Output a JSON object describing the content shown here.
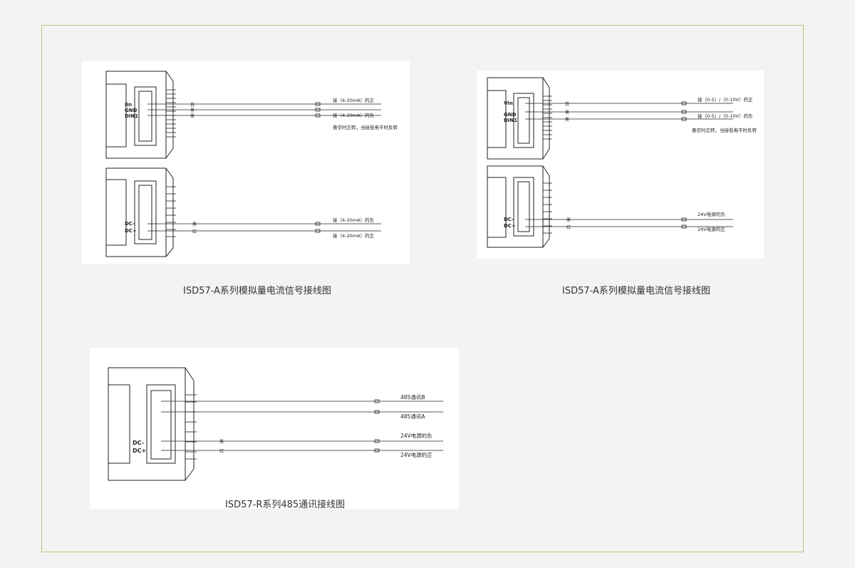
{
  "colors": {
    "background": "#f3f3f3",
    "frame_border": "#b4c77a",
    "panel": "#ffffff",
    "ink": "#222222"
  },
  "diagrams": [
    {
      "caption": "ISD57-A系列模拟量电流信号接线图",
      "top_pins": [
        "Iin",
        "GND",
        "DIN1"
      ],
      "top_wires": [
        {
          "label": "接（4-20mA）的正",
          "tag": "白"
        },
        {
          "label": "",
          "tag": "黑"
        },
        {
          "label": "接（4-20mA）的负",
          "tag": "黑"
        }
      ],
      "top_note": "悬空时正转，当接低电平时反转",
      "bottom_pins": [
        "DC-",
        "DC+"
      ],
      "bottom_wires": [
        {
          "label": "接（4-20mA）的负",
          "tag": "黑"
        },
        {
          "label": "接（4-20mA）的正",
          "tag": "红"
        }
      ]
    },
    {
      "caption": "ISD57-A系列模拟量电流信号接线图",
      "top_pins": [
        "Vin",
        "GND",
        "DIN1"
      ],
      "top_wires": [
        {
          "label": "接（0-5）/（0-10V）的正",
          "tag": "白"
        },
        {
          "label": "",
          "tag": "黑"
        },
        {
          "label": "接（0-5）/（0-10V）的负",
          "tag": "黑"
        }
      ],
      "top_note": "悬空时正转，当接低电平时反转",
      "bottom_pins": [
        "DC-",
        "DC+"
      ],
      "bottom_wires": [
        {
          "label": "24V电源的负",
          "tag": "黑"
        },
        {
          "label": "24V电源的正",
          "tag": "红"
        }
      ]
    },
    {
      "caption": "ISD57-R系列485通讯接线图",
      "pins": [
        "DC-",
        "DC+"
      ],
      "wires": [
        {
          "label": "485通讯B",
          "tag": ""
        },
        {
          "label": "485通讯A",
          "tag": ""
        },
        {
          "label": "24V电源的负",
          "tag": "黑"
        },
        {
          "label": "24V电源的正",
          "tag": "红"
        }
      ]
    }
  ]
}
